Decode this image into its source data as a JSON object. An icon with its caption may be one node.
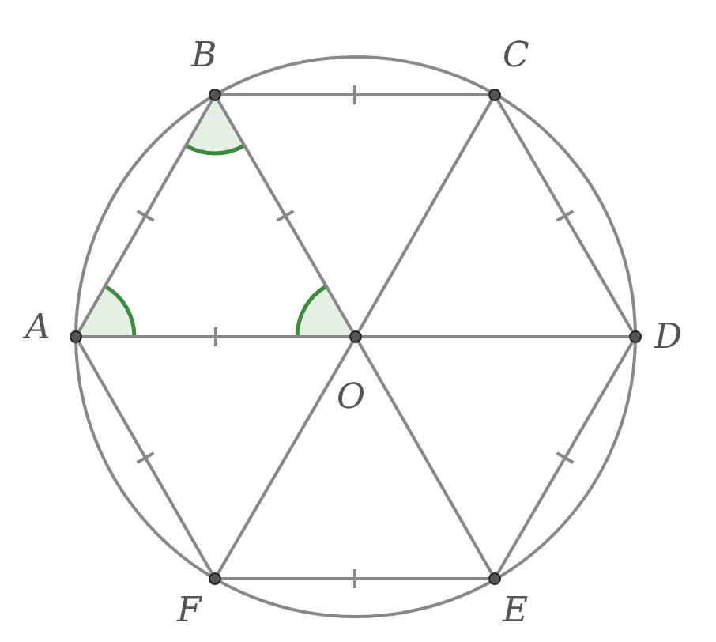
{
  "diagram": {
    "nodes": [
      {
        "text": [],
        "shape": "circle",
        "beside": [
          "B"
        ]
      },
      {
        "text": [],
        "shape": "circle",
        "beside": [
          "C"
        ]
      },
      {
        "text": [],
        "shape": "circle",
        "beside": [
          "A"
        ]
      },
      {
        "text": [],
        "shape": "circle",
        "beside": [
          "O"
        ]
      },
      {
        "text": [],
        "shape": "circle",
        "beside": [
          "D"
        ]
      },
      {
        "text": [],
        "shape": "circle",
        "beside": [
          "F"
        ]
      },
      {
        "text": [],
        "shape": "circle",
        "beside": [
          "E"
        ]
      }
    ],
    "edges": [
      {
        "from": 2,
        "to": 0,
        "arrow": "none"
      },
      {
        "from": 0,
        "to": 1,
        "arrow": "none"
      },
      {
        "from": 1,
        "to": 4,
        "arrow": "none"
      },
      {
        "from": 4,
        "to": 6,
        "arrow": "none"
      },
      {
        "from": 6,
        "to": 5,
        "arrow": "none"
      },
      {
        "from": 5,
        "to": 2,
        "arrow": "none"
      },
      {
        "from": 2,
        "to": 3,
        "arrow": "none"
      },
      {
        "from": 3,
        "to": 4,
        "arrow": "none"
      },
      {
        "from": 0,
        "to": 3,
        "arrow": "none"
      },
      {
        "from": 3,
        "to": 6,
        "arrow": "none"
      },
      {
        "from": 1,
        "to": 3,
        "arrow": "none"
      },
      {
        "from": 3,
        "to": 5,
        "arrow": "none"
      }
    ]
  }
}
